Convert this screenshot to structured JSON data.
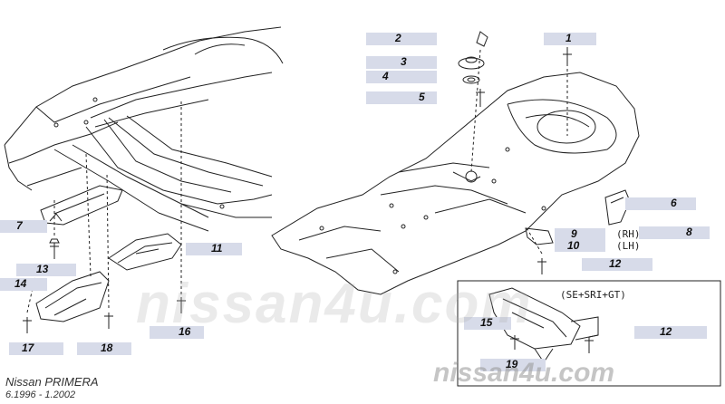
{
  "diagram": {
    "variant_label": "(SE+SRI+GT)",
    "side_rh": "(RH)",
    "side_lh": "(LH)",
    "callouts": [
      {
        "id": "c1",
        "label": "1"
      },
      {
        "id": "c2",
        "label": "2"
      },
      {
        "id": "c3",
        "label": "3"
      },
      {
        "id": "c4",
        "label": "4"
      },
      {
        "id": "c5",
        "label": "5"
      },
      {
        "id": "c6",
        "label": "6"
      },
      {
        "id": "c7",
        "label": "7"
      },
      {
        "id": "c8",
        "label": "8"
      },
      {
        "id": "c9",
        "label": "9"
      },
      {
        "id": "c10",
        "label": "10"
      },
      {
        "id": "c11",
        "label": "11"
      },
      {
        "id": "c12a",
        "label": "12"
      },
      {
        "id": "c12b",
        "label": "12"
      },
      {
        "id": "c13",
        "label": "13"
      },
      {
        "id": "c14",
        "label": "14"
      },
      {
        "id": "c15",
        "label": "15"
      },
      {
        "id": "c16",
        "label": "16"
      },
      {
        "id": "c17",
        "label": "17"
      },
      {
        "id": "c18",
        "label": "18"
      },
      {
        "id": "c19",
        "label": "19"
      }
    ]
  },
  "watermark": {
    "center": "nissan4u.com",
    "corner": "nissan4u.com"
  },
  "footer": {
    "model": "Nissan PRIMERA",
    "years": "6.1996 - 1.2002"
  }
}
